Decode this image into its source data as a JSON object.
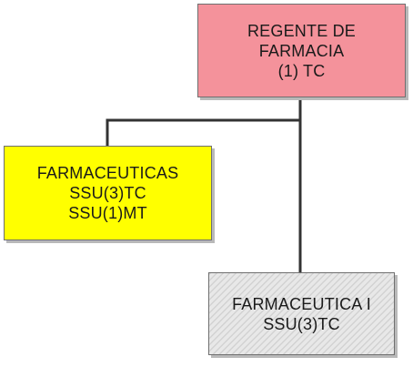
{
  "nodes": {
    "regente": {
      "lines": [
        "REGENTE DE",
        "FARMACIA",
        "(1) TC"
      ],
      "color": "#f4929b"
    },
    "farmaceuticas": {
      "lines": [
        "FARMACEUTICAS",
        "SSU(3)TC",
        "SSU(1)MT"
      ],
      "color": "#ffff00"
    },
    "farmaceutica_i": {
      "lines": [
        "FARMACEUTICA I",
        "SSU(3)TC"
      ],
      "color": "#e8e8e8"
    }
  },
  "line_color": "#333333"
}
